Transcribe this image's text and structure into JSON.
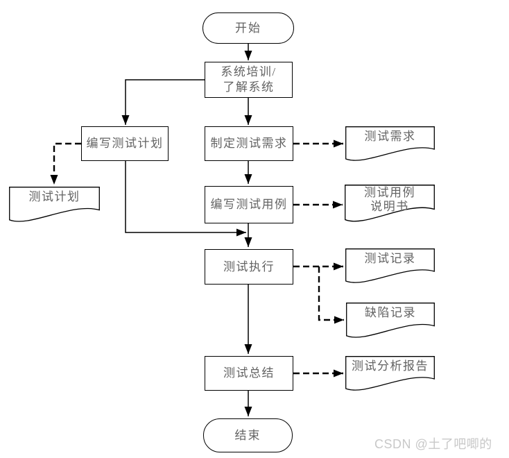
{
  "diagram": {
    "nodes": {
      "start": {
        "type": "terminator",
        "label": "开始"
      },
      "training": {
        "type": "process",
        "label": "系统培训/\n了解系统"
      },
      "write_plan": {
        "type": "process",
        "label": "编写测试计划"
      },
      "define_req": {
        "type": "process",
        "label": "制定测试需求"
      },
      "doc_req": {
        "type": "document",
        "label": "测试需求"
      },
      "doc_plan": {
        "type": "document",
        "label": "测试计划"
      },
      "write_cases": {
        "type": "process",
        "label": "编写测试用例"
      },
      "doc_case": {
        "type": "document",
        "label": "测试用例\n说明书"
      },
      "exec": {
        "type": "process",
        "label": "测试执行"
      },
      "doc_record": {
        "type": "document",
        "label": "测试记录"
      },
      "doc_defect": {
        "type": "document",
        "label": "缺陷记录"
      },
      "summary": {
        "type": "process",
        "label": "测试总结"
      },
      "doc_report": {
        "type": "document",
        "label": "测试分析报告"
      },
      "end": {
        "type": "terminator",
        "label": "结束"
      }
    },
    "edges": [
      {
        "from": "start",
        "to": "training",
        "style": "solid"
      },
      {
        "from": "training",
        "to": "write_plan",
        "style": "solid"
      },
      {
        "from": "training",
        "to": "define_req",
        "style": "solid"
      },
      {
        "from": "write_plan",
        "to": "doc_plan",
        "style": "dashed"
      },
      {
        "from": "define_req",
        "to": "doc_req",
        "style": "dashed"
      },
      {
        "from": "define_req",
        "to": "write_cases",
        "style": "solid"
      },
      {
        "from": "write_cases",
        "to": "doc_case",
        "style": "dashed"
      },
      {
        "from": "write_plan",
        "to": "exec",
        "style": "solid"
      },
      {
        "from": "write_cases",
        "to": "exec",
        "style": "solid"
      },
      {
        "from": "exec",
        "to": "doc_record",
        "style": "dashed"
      },
      {
        "from": "exec",
        "to": "doc_defect",
        "style": "dashed"
      },
      {
        "from": "exec",
        "to": "summary",
        "style": "solid"
      },
      {
        "from": "summary",
        "to": "doc_report",
        "style": "dashed"
      },
      {
        "from": "summary",
        "to": "end",
        "style": "solid"
      }
    ],
    "colors": {
      "background": "#ffffff",
      "line": "#000000",
      "node_fill": "#ffffff",
      "text": "#636363",
      "watermark": "#c8c8c8"
    }
  },
  "watermark": {
    "text": "CSDN @土了吧唧的"
  }
}
